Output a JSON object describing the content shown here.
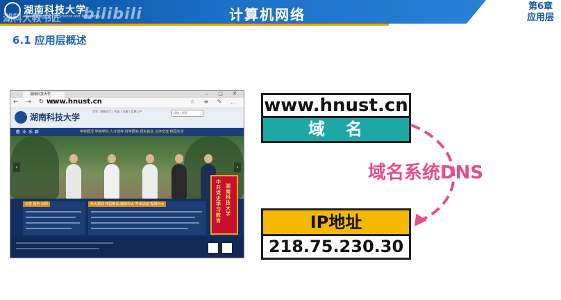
{
  "header": {
    "title": "计算机网络",
    "chapter_line1": "第6章",
    "chapter_line2": "应用层",
    "logo_text": "湖南科技大学",
    "logo_sub": "Hunan University of Science and Technology",
    "watermark": "bilibili",
    "watermark2": "湖科大教书匠"
  },
  "section": "6.1 应用层概述",
  "browser": {
    "tab_title": "湖南科技大学",
    "window_controls": "– ▢ ✕",
    "nav": "← → ↻ ⌂",
    "url": "www.hnust.cn",
    "tools": "☆ ≡ ✎ …",
    "site": {
      "name": "湖南科技大学",
      "motto": "敬业乐群",
      "top_links": "学生 | 教职员工 | 校友 | 访客 | 信息门户",
      "search_placeholder": "请输入搜索",
      "nav_items": "学校概况   学院学科   人才培养   科学研究   招生就业   合作交流   校园生活",
      "panel1_tabs": "公告  服务  科研",
      "panel2_tabs": "科大要闻  校园新闻  媒体科大  学术活动  视频科大",
      "banner_left": "中共党史学习教育",
      "banner_right": "湖南科技大学"
    }
  },
  "diagram": {
    "domain": "www.hnust.cn",
    "domain_label": "域名",
    "dns": "域名系统DNS",
    "ip_label": "IP地址",
    "ip": "218.75.230.30",
    "colors": {
      "domain_label_bg": "#1ea8a5",
      "ip_label_bg": "#f5b800",
      "dns_text": "#e24f8c",
      "header_blue": "#1b6fc6",
      "section_blue": "#1e63b8"
    }
  }
}
